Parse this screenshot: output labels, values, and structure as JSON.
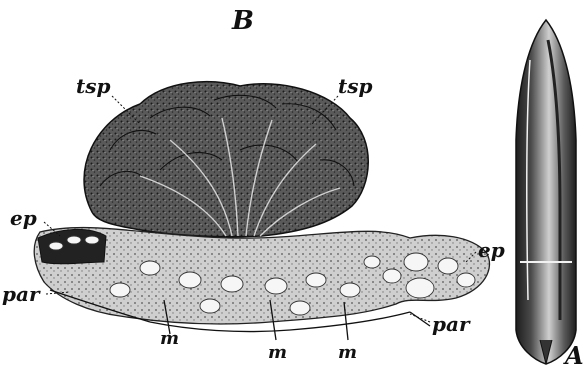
{
  "figure": {
    "panel_b_label": "B",
    "panel_a_label": "A",
    "labels": {
      "tsp_left": "tsp",
      "tsp_right": "tsp",
      "ep_left": "ep",
      "ep_right": "ep",
      "par_left": "par",
      "par_right": "par",
      "m_1": "m",
      "m_2": "m",
      "m_3": "m"
    }
  },
  "colors": {
    "ink": "#111111",
    "tissue_dark": "#3a3a3a",
    "tissue_mid": "#6a6a6a",
    "paper": "#ffffff"
  }
}
